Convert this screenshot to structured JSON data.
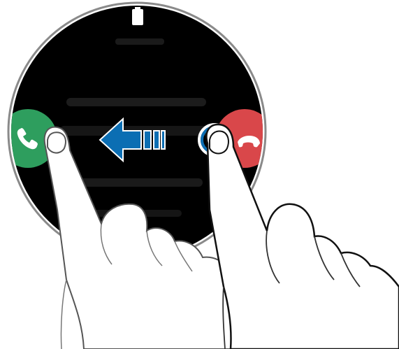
{
  "watch": {
    "screen_color": "#000000",
    "bezel_color": "#8a8a8a",
    "battery_icon": "battery-icon",
    "blurred_text_rows": 6
  },
  "accept_call": {
    "icon": "phone-accept-icon",
    "color": "#2e9e5e"
  },
  "reject_call": {
    "icon": "phone-reject-icon",
    "color": "#d9474a"
  },
  "gesture": {
    "direction": "left",
    "arrow_icon": "swipe-left-arrow-icon",
    "arrow_color": "#0b6eb3"
  },
  "hands": {
    "left_finger": "left-finger-illustration",
    "right_finger": "right-finger-illustration"
  }
}
